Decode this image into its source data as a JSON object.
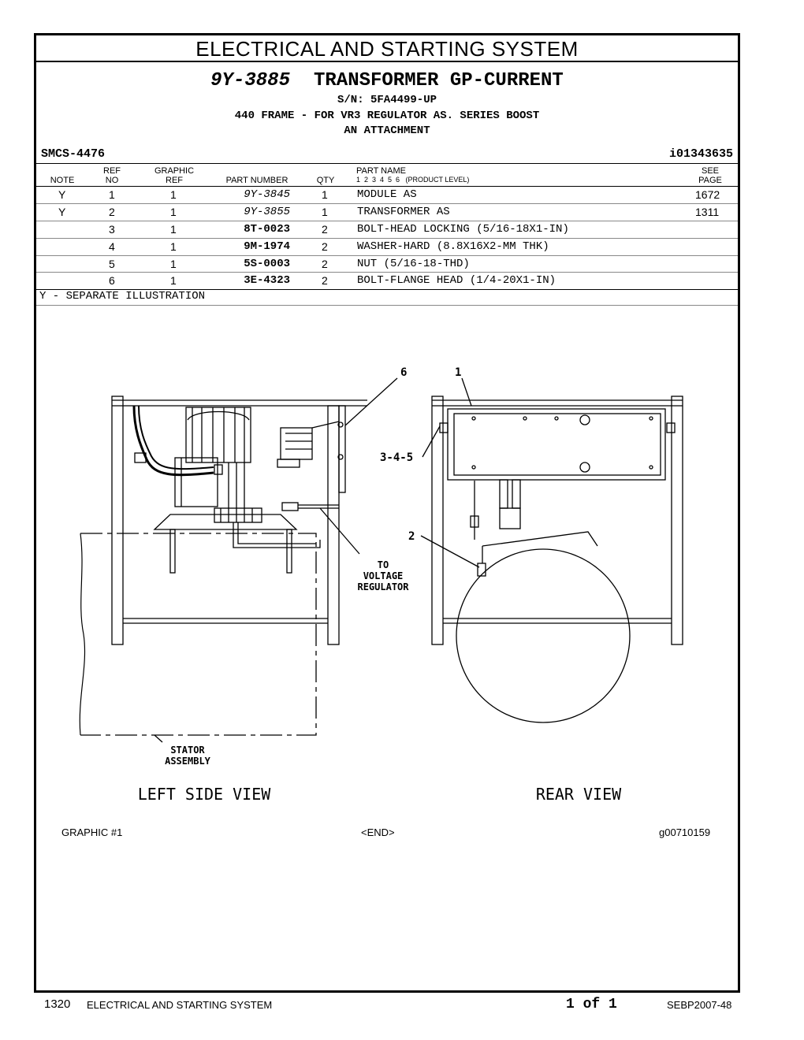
{
  "section_title": "ELECTRICAL AND STARTING SYSTEM",
  "group": {
    "part_number": "9Y-3885",
    "name": "TRANSFORMER GP-CURRENT",
    "serial": "S/N: 5FA4499-UP",
    "desc1": "440 FRAME - FOR VR3 REGULATOR AS. SERIES BOOST",
    "desc2": "AN ATTACHMENT"
  },
  "smcs": "SMCS-4476",
  "info_id": "i01343635",
  "headers": {
    "note": "NOTE",
    "ref_top": "REF",
    "ref_bottom": "NO",
    "graphic_top": "GRAPHIC",
    "graphic_bottom": "REF",
    "part_number": "PART NUMBER",
    "qty": "QTY",
    "part_name": "PART NAME",
    "levels": "1  2  3  4  5  6   (PRODUCT LEVEL)",
    "see_top": "SEE",
    "see_bottom": "PAGE"
  },
  "rows": [
    {
      "note": "Y",
      "ref": "1",
      "graphic": "1",
      "part_number": "9Y-3845",
      "qty": "1",
      "name": "MODULE AS",
      "page": "1672"
    },
    {
      "note": "Y",
      "ref": "2",
      "graphic": "1",
      "part_number": "9Y-3855",
      "qty": "1",
      "name": "TRANSFORMER AS",
      "page": "1311"
    },
    {
      "note": "",
      "ref": "3",
      "graphic": "1",
      "part_number": "8T-0023",
      "qty": "2",
      "name": "BOLT-HEAD LOCKING (5/16-18X1-IN)",
      "page": ""
    },
    {
      "note": "",
      "ref": "4",
      "graphic": "1",
      "part_number": "9M-1974",
      "qty": "2",
      "name": "WASHER-HARD (8.8X16X2-MM THK)",
      "page": ""
    },
    {
      "note": "",
      "ref": "5",
      "graphic": "1",
      "part_number": "5S-0003",
      "qty": "2",
      "name": "NUT (5/16-18-THD)",
      "page": ""
    },
    {
      "note": "",
      "ref": "6",
      "graphic": "1",
      "part_number": "3E-4323",
      "qty": "2",
      "name": "BOLT-FLANGE HEAD (1/4-20X1-IN)",
      "page": ""
    }
  ],
  "footnote": "Y - SEPARATE ILLUSTRATION",
  "drawing": {
    "callout_6": "6",
    "callout_1": "1",
    "callout_345": "3-4-5",
    "callout_2": "2",
    "to_label": "TO",
    "voltage_label": "VOLTAGE",
    "regulator_label": "REGULATOR",
    "stator_label": "STATOR",
    "assembly_label": "ASSEMBLY",
    "left_view": "LEFT SIDE VIEW",
    "rear_view": "REAR VIEW"
  },
  "graphic_footer": {
    "left": "GRAPHIC #1",
    "center": "<END>",
    "right": "g00710159"
  },
  "page_footer": {
    "page_number": "1320",
    "section": "ELECTRICAL AND STARTING SYSTEM",
    "pages": "1 of 1",
    "doc_id": "SEBP2007-48"
  }
}
